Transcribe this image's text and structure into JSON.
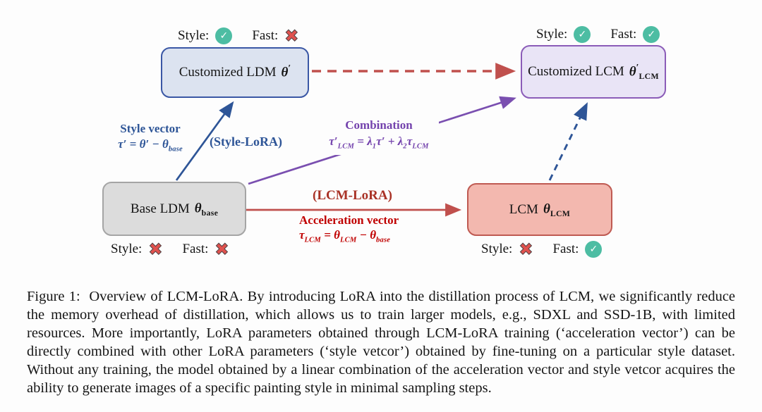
{
  "figure": {
    "boxes": {
      "customized_ldm": {
        "label": "Customized LDM",
        "sym": "θ",
        "sym_sup": "′",
        "sym_sub": ""
      },
      "customized_lcm": {
        "label": "Customized LCM",
        "sym": "θ",
        "sym_sup": "′",
        "sym_sub": "LCM"
      },
      "base_ldm": {
        "label": "Base LDM",
        "sym": "θ",
        "sym_sup": "",
        "sym_sub": "base"
      },
      "lcm": {
        "label": "LCM",
        "sym": "θ",
        "sym_sup": "",
        "sym_sub": "LCM"
      }
    },
    "status": {
      "style_label": "Style:",
      "fast_label": "Fast:",
      "glyph_yes": "✓",
      "glyph_no": "✖",
      "top_left": {
        "style": "yes",
        "fast": "no"
      },
      "top_right": {
        "style": "yes",
        "fast": "yes"
      },
      "bottom_left": {
        "style": "no",
        "fast": "no"
      },
      "bottom_right": {
        "style": "no",
        "fast": "yes"
      }
    },
    "labels": {
      "style_vector": {
        "title": "Style vector",
        "f1": "τ′ = θ′ − θ",
        "f1sub": "base"
      },
      "style_lora": "(Style-LoRA)",
      "combination": {
        "title": "Combination",
        "p1": "τ′",
        "p1sub": "LCM",
        "p2": " = λ",
        "p2sub": "1",
        "p3": "τ′ + λ",
        "p3sub": "2",
        "p4": "τ",
        "p4sub": "LCM"
      },
      "lcm_lora": "(LCM-LoRA)",
      "acceleration": {
        "title": "Acceleration vector",
        "p1": "τ",
        "p1sub": "LCM",
        "p2": " = θ",
        "p2sub": "LCM",
        "p3": " − θ",
        "p3sub": "base"
      }
    },
    "colors": {
      "blue": "#2e5597",
      "purple": "#7a4fb0",
      "red": "#c0504d",
      "dark_red": "#a93226",
      "bright_red": "#c00000",
      "check_green": "#4dbda3",
      "cross_red": "#e0524e"
    }
  },
  "caption": {
    "tag": "Figure 1:",
    "body": "Overview of LCM-LoRA. By introducing LoRA into the distillation process of LCM, we significantly reduce the memory overhead of distillation, which allows us to train larger models, e.g., SDXL and SSD-1B, with limited resources. More importantly, LoRA parameters obtained through LCM-LoRA training (‘acceleration vector’) can be directly combined with other LoRA parameters (‘style vetcor’) obtained by fine-tuning on a particular style dataset. Without any training, the model obtained by a linear combination of the acceleration vector and style vetcor acquires the ability to generate images of a specific painting style in minimal sampling steps."
  }
}
